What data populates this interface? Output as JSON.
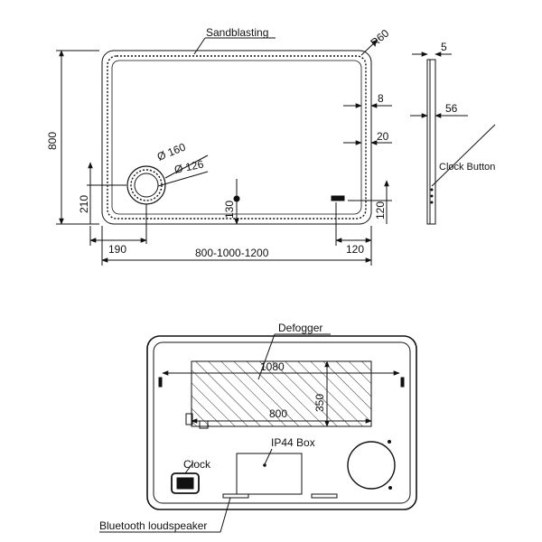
{
  "top_view": {
    "sandblasting": "Sandblasting",
    "radius": "R60",
    "height": "800",
    "width": "800-1000-1200",
    "left_offset": "190",
    "bottom_offset_left": "210",
    "center_offset": "130",
    "right_offset": "120",
    "right_height": "120",
    "margin_8": "8",
    "margin_20": "20",
    "diameter_outer": "Ø 160",
    "diameter_inner": "Ø 126"
  },
  "side_view": {
    "thickness": "5",
    "depth": "56",
    "clock_button": "Clock Button"
  },
  "back_view": {
    "defogger": "Defogger",
    "defogger_width": "1080",
    "defogger_height": "350",
    "inner_width": "800",
    "ip44_box": "IP44  Box",
    "clock": "Clock",
    "bluetooth": "Bluetooth loudspeaker"
  },
  "colors": {
    "line": "#111111",
    "hatch": "#333333"
  }
}
